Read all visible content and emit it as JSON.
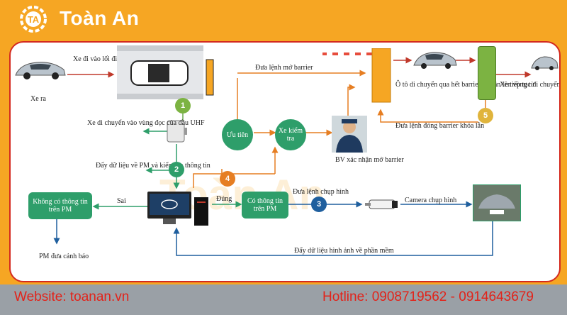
{
  "brand": {
    "name": "Toàn An",
    "watermark": "Toàn An"
  },
  "colors": {
    "accent": "#f6a623",
    "green": "#2e9e6a",
    "blue": "#1f5f9e",
    "orange": "#e67e22",
    "red": "#d42a1f",
    "footer_bg": "#9aa0a6",
    "footer_text": "#e2231a"
  },
  "diagram": {
    "car_out_label": "Xe ra",
    "entry_label": "Xe đi vào lối đi ô tô",
    "uhf_label": "Xe di chuyển vào vùng đọc của đầu UHF",
    "push_data_label": "Đẩy dữ liệu về PM và kiểm tra thông tin",
    "not_in_pm": "Không có thông tin trên PM",
    "wrong_label": "Sai",
    "pm_warn": "PM đưa cảnh báo",
    "correct_label": "Đúng",
    "in_pm": "Có thông tin trên PM",
    "capture_cmd": "Đưa lệnh chụp hình",
    "camera_label": "Camera chụp hình",
    "push_image": "Đẩy dữ liệu hình ảnh về phần mềm",
    "priority": "Ưu tiên",
    "check": "Xe kiểm tra",
    "guard_confirm": "BV xác nhận mở barrier",
    "open_barrier": "Đưa lệnh mở barrier",
    "car_pass": "Ô tô di chuyển qua hết barrier và cần lên vòng từ",
    "close_barrier": "Đưa lệnh đóng barrier khóa lẫn",
    "car_exit": "Xe tiếp tục di chuyển ra khỏi công ty",
    "steps": [
      "1",
      "2",
      "3",
      "4",
      "5"
    ]
  },
  "footer": {
    "website": "Website: toanan.vn",
    "hotline": "Hotline: 0908719562 - 0914643679"
  }
}
